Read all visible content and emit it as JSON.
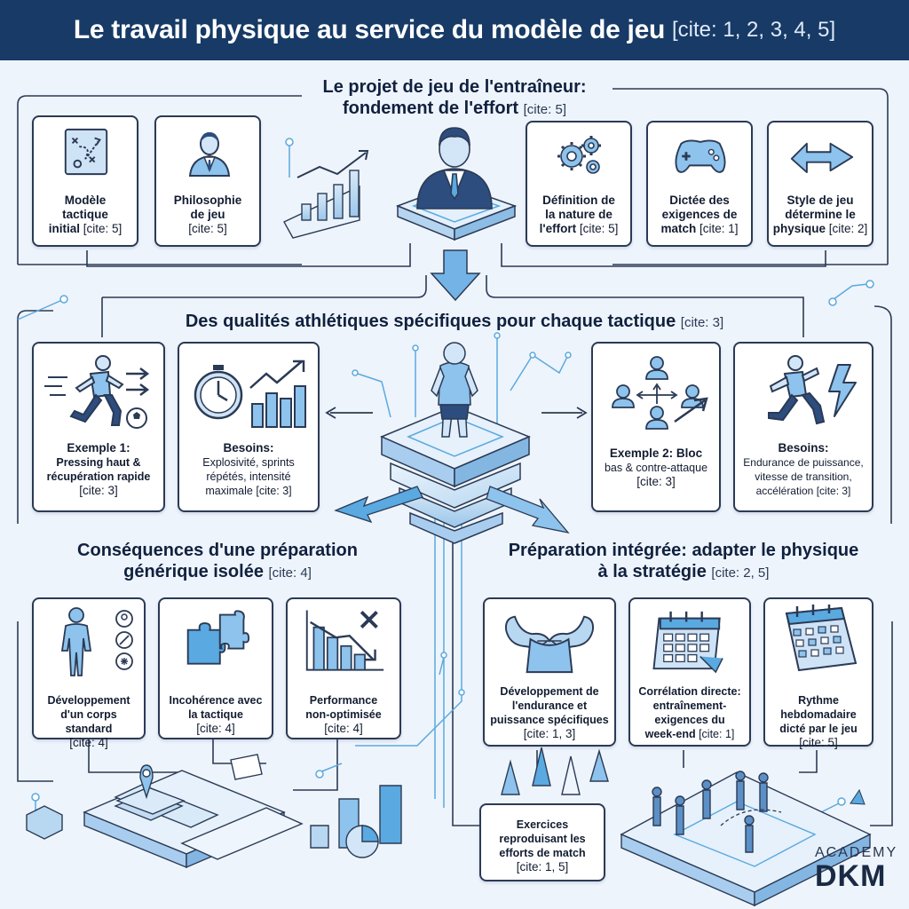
{
  "title": "Le travail physique au service du modèle de jeu",
  "title_cite": "[cite: 1, 2, 3, 4, 5]",
  "sections": {
    "projet": {
      "title1": "Le projet de jeu de l'entraîneur:",
      "title2": "fondement de l'effort",
      "cite": "[cite: 5]"
    },
    "qualites": {
      "title": "Des qualités athlétiques spécifiques pour chaque tactique",
      "cite": "[cite: 3]"
    },
    "consequences": {
      "title1": "Conséquences d'une préparation",
      "title2": "générique isolée",
      "cite": "[cite: 4]"
    },
    "integree": {
      "title1": "Préparation intégrée: adapter le physique",
      "title2": "à la stratégie",
      "cite": "[cite: 2, 5]"
    }
  },
  "cards": {
    "modele": {
      "l1": "Modèle",
      "l2": "tactique",
      "l3": "initial",
      "cite": "[cite: 5]"
    },
    "philo": {
      "l1": "Philosophie",
      "l2": "de jeu",
      "cite": "[cite: 5]"
    },
    "definition": {
      "l1": "Définition de",
      "l2": "la nature de",
      "l3": "l'effort",
      "cite": "[cite: 5]"
    },
    "dictee": {
      "l1": "Dictée des",
      "l2": "exigences de",
      "l3": "match",
      "cite": "[cite: 1]"
    },
    "style": {
      "l1": "Style de jeu",
      "l2": "détermine le",
      "l3": "physique",
      "cite": "[cite: 2]"
    },
    "ex1": {
      "l1": "Exemple 1:",
      "l2": "Pressing haut &",
      "l3": "récupération rapide",
      "cite": "[cite: 3]"
    },
    "besoins1": {
      "l1": "Besoins:",
      "l2": "Explosivité, sprints",
      "l3": "répétés, intensité",
      "l4": "maximale",
      "cite": "[cite: 3]"
    },
    "ex2": {
      "l1": "Exemple 2: Bloc",
      "l2": "bas & contre-attaque",
      "cite": "[cite: 3]"
    },
    "besoins2": {
      "l1": "Besoins:",
      "l2": "Endurance de puissance,",
      "l3": "vitesse de transition,",
      "l4": "accélération",
      "cite": "[cite: 3]"
    },
    "corps": {
      "l1": "Développement",
      "l2": "d'un corps standard",
      "cite": "[cite: 4]"
    },
    "incoherence": {
      "l1": "Incohérence avec",
      "l2": "la tactique",
      "cite": "[cite: 4]"
    },
    "perf": {
      "l1": "Performance",
      "l2": "non-optimisée",
      "cite": "[cite: 4]"
    },
    "endurance": {
      "l1": "Développement de",
      "l2": "l'endurance et",
      "l3": "puissance spécifiques",
      "cite": "[cite: 1, 3]"
    },
    "correlation": {
      "l1": "Corrélation directe:",
      "l2": "entraînement-",
      "l3": "exigences du",
      "l4": "week-end",
      "cite": "[cite: 1]"
    },
    "rythme": {
      "l1": "Rythme",
      "l2": "hebdomadaire",
      "l3": "dicté par le jeu",
      "cite": "[cite: 5]"
    },
    "exercices": {
      "l1": "Exercices",
      "l2": "reproduisant les",
      "l3": "efforts de match",
      "cite": "[cite: 1, 5]"
    }
  },
  "logo": {
    "academy": "ACADEMY",
    "brand": "DKM"
  },
  "colors": {
    "header": "#173a66",
    "accent": "#5aa9e0",
    "stroke": "#2b3a55",
    "light": "#cfe3f6"
  }
}
